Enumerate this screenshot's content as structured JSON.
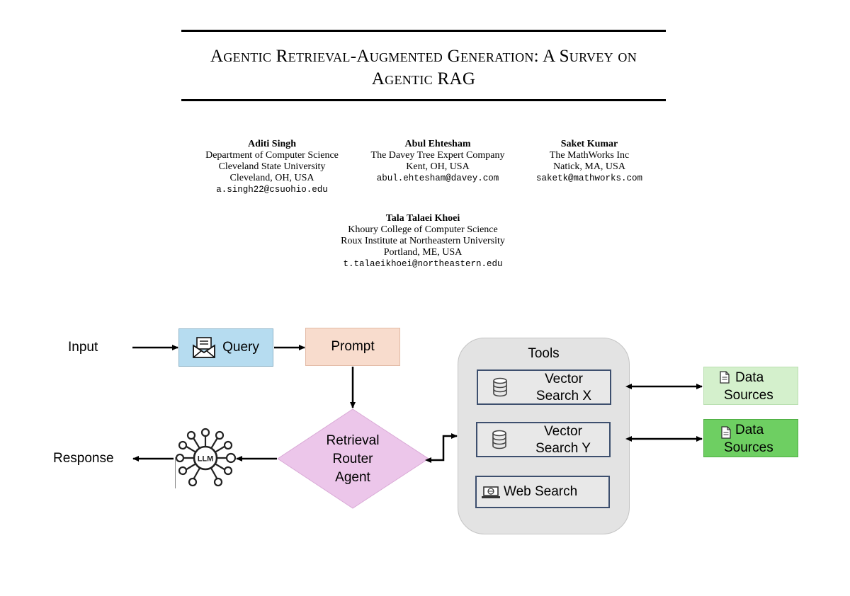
{
  "paper": {
    "title_line1": "Agentic Retrieval-Augmented Generation: A Survey on",
    "title_line2": "Agentic RAG"
  },
  "authors": [
    {
      "name": "Aditi Singh",
      "affiliation1": "Department of Computer Science",
      "affiliation2": "Cleveland State University",
      "location": "Cleveland, OH, USA",
      "email": "a.singh22@csuohio.edu"
    },
    {
      "name": "Abul Ehtesham",
      "affiliation1": "The Davey Tree Expert Company",
      "location": "Kent, OH, USA",
      "email": "abul.ehtesham@davey.com"
    },
    {
      "name": "Saket Kumar",
      "affiliation1": "The MathWorks Inc",
      "location": "Natick, MA, USA",
      "email": "saketk@mathworks.com"
    },
    {
      "name": "Tala Talaei Khoei",
      "affiliation1": "Khoury College of Computer Science",
      "affiliation2": "Roux Institute at Northeastern University",
      "location": "Portland, ME, USA",
      "email": "t.talaeikhoei@northeastern.edu"
    }
  ],
  "diagram": {
    "input": "Input",
    "query": "Query",
    "prompt": "Prompt",
    "router_line1": "Retrieval",
    "router_line2": "Router",
    "router_line3": "Agent",
    "llm": "LLM",
    "response": "Response",
    "tools_title": "Tools",
    "vector_x_line1": "Vector",
    "vector_x_line2": "Search X",
    "vector_y_line1": "Vector",
    "vector_y_line2": "Search Y",
    "web_search": "Web Search",
    "data_sources_1_line1": "Data",
    "data_sources_1_line2": "Sources",
    "data_sources_2_line1": "Data",
    "data_sources_2_line2": "Sources",
    "colors": {
      "query": "#b6dcf0",
      "prompt": "#f8dccd",
      "router": "#ecc6ea",
      "tools": "#e3e3e3",
      "data_sources_1": "#d4f0cc",
      "data_sources_2": "#6ecf62"
    },
    "icons": [
      "envelope-icon",
      "database-icon",
      "database-icon",
      "laptop-globe-icon",
      "document-icon",
      "document-icon",
      "llm-network-icon"
    ]
  }
}
